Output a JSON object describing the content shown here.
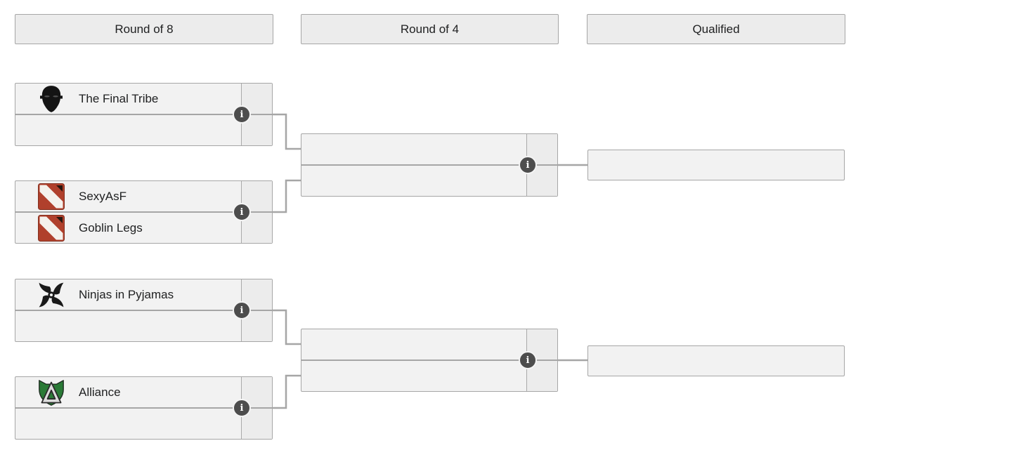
{
  "headers": [
    {
      "label": "Round of 8"
    },
    {
      "label": "Round of 4"
    },
    {
      "label": "Qualified"
    }
  ],
  "round_of_8": {
    "matches": [
      {
        "top": {
          "team": "The Final Tribe",
          "icon": "the-final-tribe-logo",
          "score": ""
        },
        "bottom": {
          "team": "",
          "icon": "",
          "score": ""
        }
      },
      {
        "top": {
          "team": "SexyAsF",
          "icon": "dota2-logo",
          "score": ""
        },
        "bottom": {
          "team": "Goblin Legs",
          "icon": "dota2-logo",
          "score": ""
        }
      },
      {
        "top": {
          "team": "Ninjas in Pyjamas",
          "icon": "ninjas-in-pyjamas-logo",
          "score": ""
        },
        "bottom": {
          "team": "",
          "icon": "",
          "score": ""
        }
      },
      {
        "top": {
          "team": "Alliance",
          "icon": "alliance-logo",
          "score": ""
        },
        "bottom": {
          "team": "",
          "icon": "",
          "score": ""
        }
      }
    ]
  },
  "round_of_4": {
    "matches": [
      {
        "top": {
          "team": "",
          "score": ""
        },
        "bottom": {
          "team": "",
          "score": ""
        }
      },
      {
        "top": {
          "team": "",
          "score": ""
        },
        "bottom": {
          "team": "",
          "score": ""
        }
      }
    ]
  },
  "qualified": {
    "slots": [
      {
        "team": ""
      },
      {
        "team": ""
      }
    ]
  },
  "icons": {
    "info_glyph": "i"
  },
  "colors": {
    "box_fill": "#f2f2f2",
    "score_fill": "#ececec",
    "box_border": "#a6a6a6",
    "connector": "#a6a6a6",
    "info_background": "#4d4d4d",
    "text": "#202122",
    "dota_red": "#b0402c",
    "alliance_green": "#2a7a36"
  }
}
